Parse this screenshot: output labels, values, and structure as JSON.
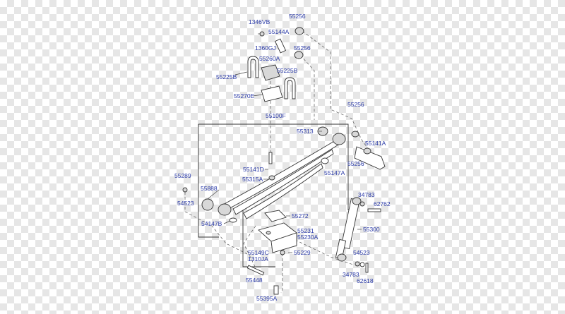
{
  "diagram": {
    "labels": [
      {
        "id": "1346VB",
        "text": "1346VB"
      },
      {
        "id": "55256a",
        "text": "55256"
      },
      {
        "id": "55144A",
        "text": "55144A"
      },
      {
        "id": "1360GJ",
        "text": "1360GJ"
      },
      {
        "id": "55256b",
        "text": "55256"
      },
      {
        "id": "55260A",
        "text": "55260A"
      },
      {
        "id": "55225B",
        "text": "55225B"
      },
      {
        "id": "55225Ba",
        "text": "55225B"
      },
      {
        "id": "55270E",
        "text": "55270E"
      },
      {
        "id": "55100F",
        "text": "55100F"
      },
      {
        "id": "55256c",
        "text": "55256"
      },
      {
        "id": "55313",
        "text": "55313"
      },
      {
        "id": "55141A",
        "text": "55141A"
      },
      {
        "id": "55256d",
        "text": "55256"
      },
      {
        "id": "55141D",
        "text": "55141D"
      },
      {
        "id": "55147A",
        "text": "55147A"
      },
      {
        "id": "55315A",
        "text": "55315A"
      },
      {
        "id": "55289",
        "text": "55289"
      },
      {
        "id": "55888",
        "text": "55888"
      },
      {
        "id": "54523a",
        "text": "54523"
      },
      {
        "id": "34783a",
        "text": "34783"
      },
      {
        "id": "62762",
        "text": "62762"
      },
      {
        "id": "55272",
        "text": "55272"
      },
      {
        "id": "55300",
        "text": "55300"
      },
      {
        "id": "54147B",
        "text": "54147B"
      },
      {
        "id": "55231",
        "text": "55231"
      },
      {
        "id": "55230A",
        "text": "55230A"
      },
      {
        "id": "55149C",
        "text": "55149C"
      },
      {
        "id": "55229",
        "text": "55229"
      },
      {
        "id": "1310JA",
        "text": "1310JA"
      },
      {
        "id": "54523b",
        "text": "54523"
      },
      {
        "id": "34783b",
        "text": "34783"
      },
      {
        "id": "62618",
        "text": "62618"
      },
      {
        "id": "55448",
        "text": "55448"
      },
      {
        "id": "55395A",
        "text": "55395A"
      }
    ]
  }
}
